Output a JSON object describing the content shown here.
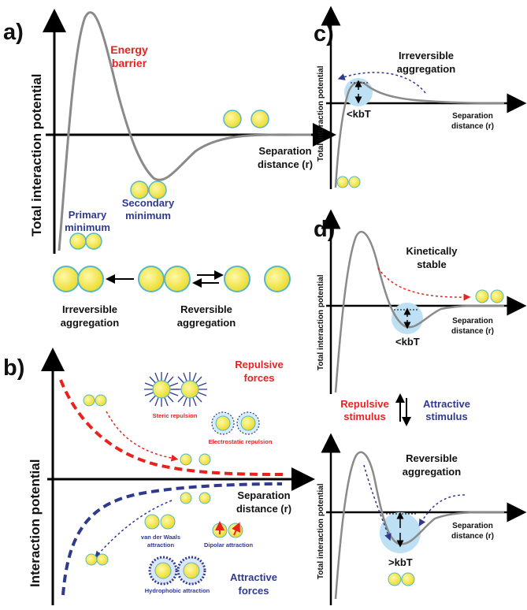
{
  "colors": {
    "axis": "#000000",
    "curve": "#8a8a8a",
    "red": "#e8231f",
    "blue": "#2f3a8f",
    "particle": "#f2e64a",
    "particle_edge": "#57b8c9",
    "highlight": "#bde0f4"
  },
  "panel_a": {
    "label": "a)",
    "ylabel": "Total interaction potential",
    "energy_barrier_l1": "Energy",
    "energy_barrier_l2": "barrier",
    "separation_l1": "Separation",
    "separation_l2": "distance (r)",
    "secondary_l1": "Secondary",
    "secondary_l2": "minimum",
    "primary_l1": "Primary",
    "primary_l2": "minimum",
    "irreversible_l1": "Irreversible",
    "irreversible_l2": "aggregation",
    "reversible_l1": "Reversible",
    "reversible_l2": "aggregation"
  },
  "panel_b": {
    "label": "b)",
    "ylabel": "Interaction potential",
    "repulsive_l1": "Repulsive",
    "repulsive_l2": "forces",
    "steric": "Steric repulsion",
    "electrostatic": "Electrostatic repulsion",
    "separation_l1": "Separation",
    "separation_l2": "distance (r)",
    "vdw_l1": "van der Waals",
    "vdw_l2": "attraction",
    "dipolar": "Dipolar attraction",
    "hydrophobic": "Hydrophobic attraction",
    "attractive_l1": "Attractive",
    "attractive_l2": "forces"
  },
  "panel_c": {
    "label": "c)",
    "ylabel": "Total interaction potential",
    "title_l1": "Irreversible",
    "title_l2": "aggregation",
    "kbt": "<kbT",
    "separation_l1": "Separation",
    "separation_l2": "distance (r)"
  },
  "panel_d": {
    "label": "d)",
    "ylabel": "Total interaction potential",
    "top_title_l1": "Kinetically",
    "top_title_l2": "stable",
    "top_kbt": "<kbT",
    "separation_l1": "Separation",
    "separation_l2": "distance (r)",
    "repulsive_stim_l1": "Repulsive",
    "repulsive_stim_l2": "stimulus",
    "attractive_stim_l1": "Attractive",
    "attractive_stim_l2": "stimulus",
    "bottom_title_l1": "Reversible",
    "bottom_title_l2": "aggregation",
    "bottom_kbt": ">kbT"
  }
}
